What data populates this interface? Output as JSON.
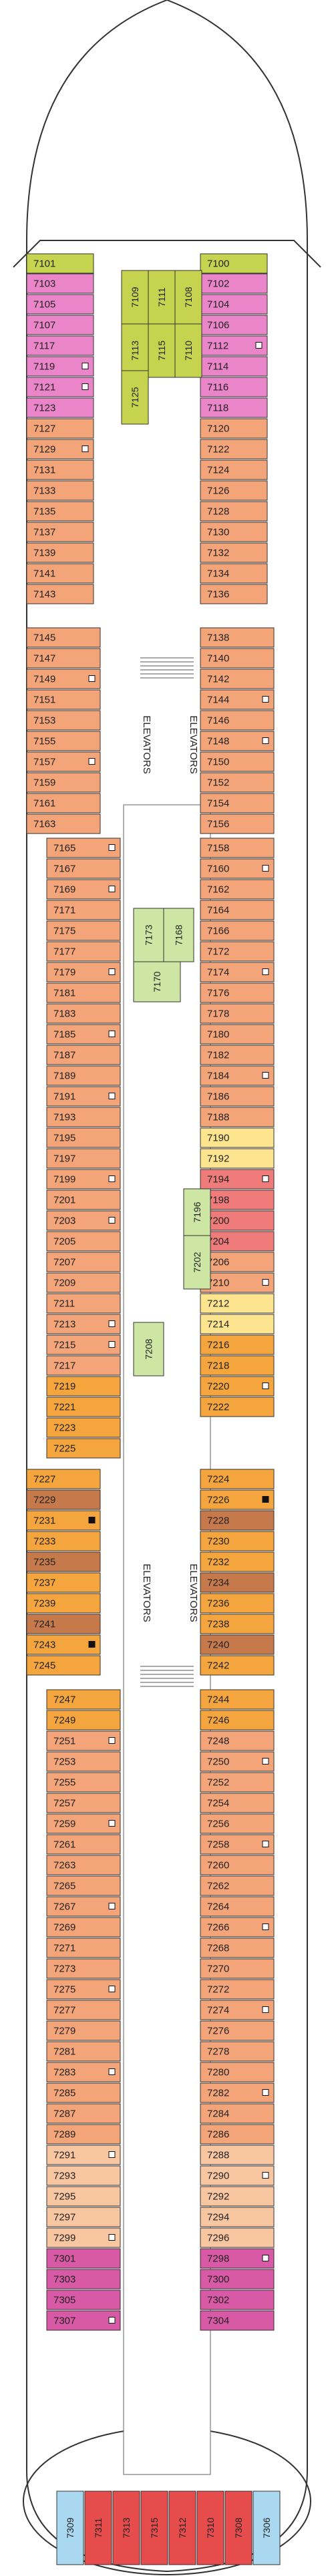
{
  "labels": {
    "elevators": "ELEVATORS"
  },
  "colors": {
    "pink": "#e985c8",
    "salmon": "#f3a479",
    "peach": "#f9c6a2",
    "orange": "#f4a53d",
    "brown": "#c67a4b",
    "green": "#c5d34f",
    "light_green": "#cde6a3",
    "yellow": "#fde48e",
    "coral": "#ef7b7b",
    "red": "#e74c4c",
    "blue": "#a9d8f0",
    "magenta": "#d85aa6",
    "outline": "#333333"
  },
  "cabins": {
    "forward": [
      [
        "7101",
        "7100"
      ],
      [
        "7103",
        "7102"
      ],
      [
        "7105",
        "7104"
      ],
      [
        "7107",
        "7106"
      ],
      [
        "7117",
        "7112"
      ],
      [
        "7119",
        "7114"
      ],
      [
        "7121",
        "7116"
      ],
      [
        "7123",
        "7118"
      ],
      [
        "7127",
        "7120"
      ],
      [
        "7129",
        "7122"
      ],
      [
        "7131",
        "7124"
      ],
      [
        "7133",
        "7126"
      ],
      [
        "7135",
        "7128"
      ],
      [
        "7137",
        "7130"
      ],
      [
        "7139",
        "7132"
      ],
      [
        "7141",
        "7134"
      ],
      [
        "7143",
        "7136"
      ]
    ],
    "center_forward": [
      "7109",
      "7111",
      "7108",
      "7113",
      "7115",
      "7110",
      "7125"
    ],
    "block_a_port": [
      "7145",
      "7147",
      "7149",
      "7151",
      "7153",
      "7155",
      "7157",
      "7159",
      "7161",
      "7163"
    ],
    "block_a_stbd": [
      "7138",
      "7140",
      "7142",
      "7144",
      "7146",
      "7148",
      "7150",
      "7152",
      "7154",
      "7156"
    ],
    "block_b_port": [
      "7165",
      "7167",
      "7169",
      "7171",
      "7175",
      "7177",
      "7179",
      "7181",
      "7183",
      "7185",
      "7187",
      "7189",
      "7191",
      "7193",
      "7195",
      "7197",
      "7199",
      "7201",
      "7203",
      "7205",
      "7207",
      "7209",
      "7211",
      "7213",
      "7215",
      "7217",
      "7219",
      "7221",
      "7223",
      "7225"
    ],
    "block_b_stbd": [
      "7158",
      "7160",
      "7162",
      "7164",
      "7166",
      "7172",
      "7174",
      "7176",
      "7178",
      "7180",
      "7182",
      "7184",
      "7186",
      "7188",
      "7190",
      "7192",
      "7194",
      "7198",
      "7200",
      "7204",
      "7206",
      "7210",
      "7212",
      "7214",
      "7216",
      "7218",
      "7220",
      "7222"
    ],
    "block_b_center": [
      "7173",
      "7168",
      "7170",
      "7196",
      "7202",
      "7208"
    ],
    "block_c_port": [
      "7227",
      "7229",
      "7231",
      "7233",
      "7235",
      "7237",
      "7239",
      "7241",
      "7243",
      "7245"
    ],
    "block_c_stbd": [
      "7224",
      "7226",
      "7228",
      "7230",
      "7232",
      "7234",
      "7236",
      "7238",
      "7240",
      "7242"
    ],
    "block_d_port": [
      "7247",
      "7249",
      "7251",
      "7253",
      "7255",
      "7257",
      "7259",
      "7261",
      "7263",
      "7265",
      "7267",
      "7269",
      "7271",
      "7273",
      "7275",
      "7277",
      "7279",
      "7281",
      "7283",
      "7285",
      "7287",
      "7289",
      "7291",
      "7293",
      "7295",
      "7297",
      "7299",
      "7301",
      "7303",
      "7305",
      "7307"
    ],
    "block_d_stbd": [
      "7244",
      "7246",
      "7248",
      "7250",
      "7252",
      "7254",
      "7256",
      "7258",
      "7260",
      "7262",
      "7264",
      "7266",
      "7268",
      "7270",
      "7272",
      "7274",
      "7276",
      "7278",
      "7280",
      "7282",
      "7284",
      "7286",
      "7288",
      "7290",
      "7292",
      "7294",
      "7296",
      "7298",
      "7300",
      "7302",
      "7304"
    ],
    "aft": [
      "7309",
      "7311",
      "7313",
      "7315",
      "7312",
      "7310",
      "7308",
      "7306"
    ]
  }
}
